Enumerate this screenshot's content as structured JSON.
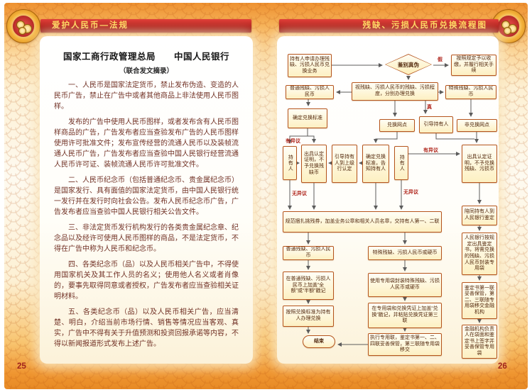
{
  "page": {
    "left_header": "爱护人民币—法规",
    "right_header": "残缺、污损人民币兑换流程图",
    "left_page_number": "25",
    "right_page_number": "26"
  },
  "left_page": {
    "title": "国家工商行政管理总局　　中国人民银行",
    "subtitle": "（联合发文摘录）",
    "paragraphs": [
      "一、人民币是国家法定货币，禁止发布伪造、变造的人民币广告，禁止在广告中或者其他商品上非法使用人民币图样。",
      "发布的广告中使用人民币图样，或者发布含有人民币图样商品的广告，广告发布者应当查验发布广告的人民币图样使用许可批准文件；发布宣传经营的流通人民币以及装帧流通人民币广告，广告发布者应当查验中国人民银行经营流通人民币许可证、装帧流通人民币许可批准文件。",
      "二、人民币纪念币（包括普通纪念币、贵金属纪念币）是国家发行、具有面值的国家法定货币，由中国人民银行统一发行并在发行时向社会公告。发布人民币纪念币广告，广告发布者应当查验中国人民银行相关公告文件。",
      "三、非法定货币发行机构发行的各类贵金属纪念章、纪念品以及经许可使用人民币图样的商品，不是法定货币，不得在广告中称为人民币和纪念币。",
      "四、各类纪念币（品）以及人民币相关广告中，不得使用国家机关及其工作人员的名义；使用他人名义或者肖像的，要事先取得同意或者授权，广告发布者应当查验相关证明材料。",
      "五、各类纪念币（品）以及人民币相关广告，应当清楚、明白，介绍当前市场行情、销售等情况应当客观、真实，广告中不得有关于升值预测和投资回报承诺等内容，不得以新闻报道形式发布上述广告。"
    ]
  },
  "flowchart": {
    "nodes": [
      {
        "label": "持有人申请办理残缺、污损人民币兑换业务"
      },
      {
        "label": "鉴别真伪"
      },
      {
        "label": "按照规定予以收缴，并履行相关手续"
      },
      {
        "label": "普通残缺、污损人民币"
      },
      {
        "label": "视残缺、污损人民币的残缺、污损程度，分别办理兑换"
      },
      {
        "label": "特殊残缺、污损人民币"
      },
      {
        "label": "确定兑换标准"
      },
      {
        "label": "兑换网点"
      },
      {
        "label": "引导持有人"
      },
      {
        "label": "非兑换网点"
      },
      {
        "label": "持有人"
      },
      {
        "label": "出具认定证明，不予兑换残缺币"
      },
      {
        "label": "引导持有人到上级行认定"
      },
      {
        "label": "确定兑换标准，告知持有人"
      },
      {
        "label": "持有人"
      },
      {
        "label": "出具认定证明，不予兑换残缺、污损币"
      },
      {
        "label": "规范捆扎挑残券，加盖业务公章和相关人员名章，交持有人第一、二联"
      },
      {
        "label": "陪同持有人到人民银行鉴定"
      },
      {
        "label": "人民银行按规定出具鉴定书，将需兑换的残缺、污损人民币封装专用袋"
      },
      {
        "label": "普通残缺、污损人民币"
      },
      {
        "label": "特殊残缺、污损人民币或硬币"
      },
      {
        "label": "在普通残缺、污损人民币上加盖“全额”或“半额”戳记"
      },
      {
        "label": "使用专用袋封装特殊残缺、污损人民币或硬币"
      },
      {
        "label": "按照兑换标准为持有人办理兑换"
      },
      {
        "label": "在专用袋和兑换凭证上加盖“兑换”戳记，并粘贴兑换凭证第三联"
      },
      {
        "label": "鉴定书第一联妥善保管，第二、三联随专用袋移交金融机构"
      },
      {
        "label": "结束"
      },
      {
        "label": "执行专用联，鉴定书第一、二、四联妥善保管，第三联随专用袋移交"
      },
      {
        "label": "金融机构负责人在袋面和鉴定书上签字并妥善保管专用袋"
      }
    ],
    "edge_labels": [
      "真",
      "假",
      "有异议",
      "无异议",
      "有异议",
      "无异议"
    ]
  }
}
